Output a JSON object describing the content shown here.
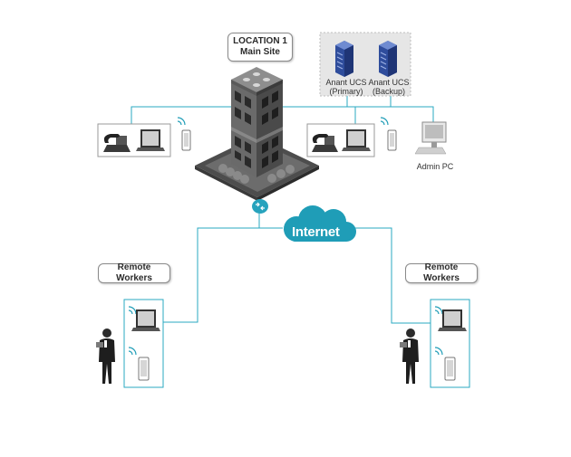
{
  "location": {
    "line1": "LOCATION 1",
    "line2": "Main Site"
  },
  "servers": [
    {
      "line1": "Anant UCS",
      "line2": "(Primary)"
    },
    {
      "line1": "Anant UCS",
      "line2": "(Backup)"
    }
  ],
  "admin_pc": "Admin PC",
  "internet": "Internet",
  "remote_left": "Remote Workers",
  "remote_right": "Remote Workers",
  "colors": {
    "line": "#2aa9c2",
    "cloud": "#1f9db7",
    "building": "#5b5b5b",
    "server": "#2f4d9c"
  }
}
